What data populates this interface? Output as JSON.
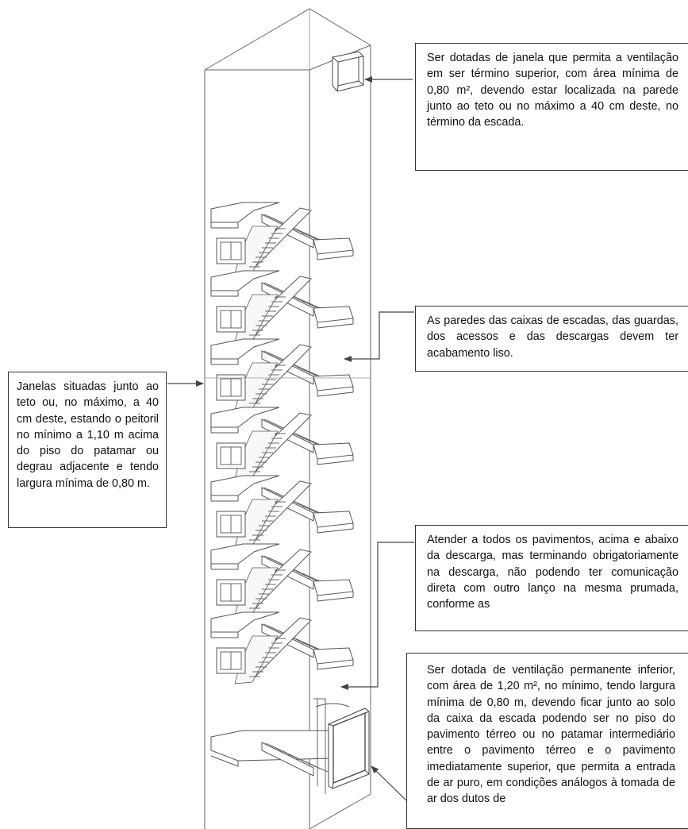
{
  "callouts": {
    "top_window": "Ser dotadas de janela que permita a ventilação em ser término superior, com área mínima de 0,80 m², devendo estar localizada na parede junto ao teto ou no máximo a 40 cm deste, no término da escada.",
    "walls": "As paredes das caixas de escadas, das guardas, dos acessos e das descargas devem ter acabamento liso.",
    "windows": "Janelas situadas junto ao teto ou, no máximo, a 40 cm deste, estando o peitoril no mínimo a 1,10 m acima do piso do patamar ou degrau adjacente e tendo largura mínima de 0,80 m.",
    "floors": "Atender a todos os pavimentos, acima e abaixo da descarga, mas terminando obrigatoriamente na descarga, não podendo ter comunicação direta com outro lanço na mesma prumada, conforme as",
    "bottom_vent": "Ser dotada de ventilação permanente inferior, com área de 1,20 m², no mínimo, tendo largura mínima de 0,80 m, devendo ficar junto ao solo da caixa da escada podendo ser no piso do pavimento térreo ou no patamar intermediário entre o pavimento térreo e o pavimento imediatamente superior, que permita a entrada de ar puro, em condições análogos à tomada de ar dos dutos de"
  },
  "colors": {
    "line": "#555555",
    "arrow": "#444444",
    "text": "#111111",
    "box_border": "#333333"
  },
  "floor_count": 7
}
